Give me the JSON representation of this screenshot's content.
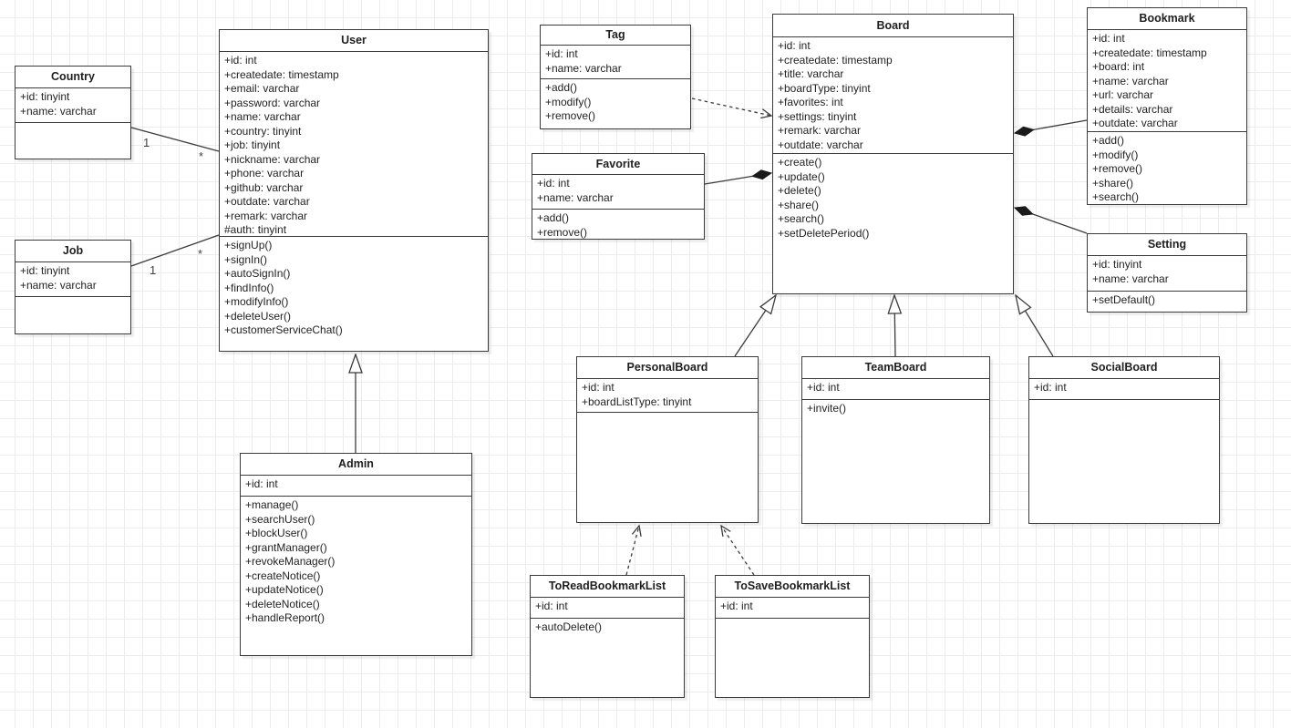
{
  "diagram": {
    "colors": {
      "canvas_background": "#ffffff",
      "grid_line": "#ececec",
      "box_border": "#3b3b3b",
      "box_fill": "#ffffff",
      "text": "#1f1f1f",
      "edge": "#3b3b3b"
    },
    "classes": [
      {
        "id": "country",
        "name": "Country",
        "attributes": [
          "+id: tinyint",
          "+name: varchar"
        ],
        "methods": []
      },
      {
        "id": "job",
        "name": "Job",
        "attributes": [
          "+id: tinyint",
          "+name: varchar"
        ],
        "methods": []
      },
      {
        "id": "user",
        "name": "User",
        "attributes": [
          "+id: int",
          "+createdate: timestamp",
          "+email: varchar",
          "+password: varchar",
          "+name: varchar",
          "+country: tinyint",
          "+job: tinyint",
          "+nickname: varchar",
          "+phone: varchar",
          "+github: varchar",
          "+outdate: varchar",
          "+remark: varchar",
          "#auth: tinyint"
        ],
        "methods": [
          "+signUp()",
          "+signIn()",
          "+autoSignIn()",
          "+findInfo()",
          "+modifyInfo()",
          "+deleteUser()",
          "+customerServiceChat()"
        ]
      },
      {
        "id": "admin",
        "name": "Admin",
        "attributes": [
          "+id: int"
        ],
        "methods": [
          "+manage()",
          "+searchUser()",
          "+blockUser()",
          "+grantManager()",
          "+revokeManager()",
          "+createNotice()",
          "+updateNotice()",
          "+deleteNotice()",
          "+handleReport()"
        ]
      },
      {
        "id": "tag",
        "name": "Tag",
        "attributes": [
          "+id: int",
          "+name: varchar"
        ],
        "methods": [
          "+add()",
          "+modify()",
          "+remove()"
        ]
      },
      {
        "id": "favorite",
        "name": "Favorite",
        "attributes": [
          "+id: int",
          "+name: varchar"
        ],
        "methods": [
          "+add()",
          "+remove()"
        ]
      },
      {
        "id": "board",
        "name": "Board",
        "attributes": [
          "+id: int",
          "+createdate: timestamp",
          "+title: varchar",
          "+boardType: tinyint",
          "+favorites: int",
          "+settings: tinyint",
          "+remark: varchar",
          "+outdate: varchar"
        ],
        "methods": [
          "+create()",
          "+update()",
          "+delete()",
          "+share()",
          "+search()",
          "+setDeletePeriod()"
        ]
      },
      {
        "id": "bookmark",
        "name": "Bookmark",
        "attributes": [
          "+id: int",
          "+createdate: timestamp",
          "+board: int",
          "+name: varchar",
          "+url: varchar",
          "+details: varchar",
          "+outdate: varchar"
        ],
        "methods": [
          "+add()",
          "+modify()",
          "+remove()",
          "+share()",
          "+search()"
        ]
      },
      {
        "id": "setting",
        "name": "Setting",
        "attributes": [
          "+id: tinyint",
          "+name: varchar"
        ],
        "methods": [
          "+setDefault()"
        ]
      },
      {
        "id": "personalboard",
        "name": "PersonalBoard",
        "attributes": [
          "+id: int",
          "+boardListType: tinyint"
        ],
        "methods": []
      },
      {
        "id": "teamboard",
        "name": "TeamBoard",
        "attributes": [
          "+id: int"
        ],
        "methods": [
          "+invite()"
        ]
      },
      {
        "id": "socialboard",
        "name": "SocialBoard",
        "attributes": [
          "+id: int"
        ],
        "methods": []
      },
      {
        "id": "toreadbookmarklist",
        "name": "ToReadBookmarkList",
        "attributes": [
          "+id: int"
        ],
        "methods": [
          "+autoDelete()"
        ]
      },
      {
        "id": "tosavebookmarklist",
        "name": "ToSaveBookmarkList",
        "attributes": [
          "+id: int"
        ],
        "methods": []
      }
    ],
    "relationships": [
      {
        "id": "country-user",
        "from": "Country",
        "to": "User",
        "type": "association",
        "source_label": "1",
        "target_label": "*"
      },
      {
        "id": "job-user",
        "from": "Job",
        "to": "User",
        "type": "association",
        "source_label": "1",
        "target_label": "*"
      },
      {
        "id": "admin-user",
        "from": "Admin",
        "to": "User",
        "type": "generalization"
      },
      {
        "id": "tag-board",
        "from": "Tag",
        "to": "Board",
        "type": "dependency"
      },
      {
        "id": "favorite-board",
        "from": "Favorite",
        "to": "Board",
        "type": "composition"
      },
      {
        "id": "bookmark-board",
        "from": "Bookmark",
        "to": "Board",
        "type": "composition"
      },
      {
        "id": "setting-board",
        "from": "Setting",
        "to": "Board",
        "type": "composition"
      },
      {
        "id": "personalboard-board",
        "from": "PersonalBoard",
        "to": "Board",
        "type": "generalization"
      },
      {
        "id": "teamboard-board",
        "from": "TeamBoard",
        "to": "Board",
        "type": "generalization"
      },
      {
        "id": "socialboard-board",
        "from": "SocialBoard",
        "to": "Board",
        "type": "generalization"
      },
      {
        "id": "toread-personalboard",
        "from": "ToReadBookmarkList",
        "to": "PersonalBoard",
        "type": "dependency"
      },
      {
        "id": "tosave-personalboard",
        "from": "ToSaveBookmarkList",
        "to": "PersonalBoard",
        "type": "dependency"
      }
    ]
  }
}
